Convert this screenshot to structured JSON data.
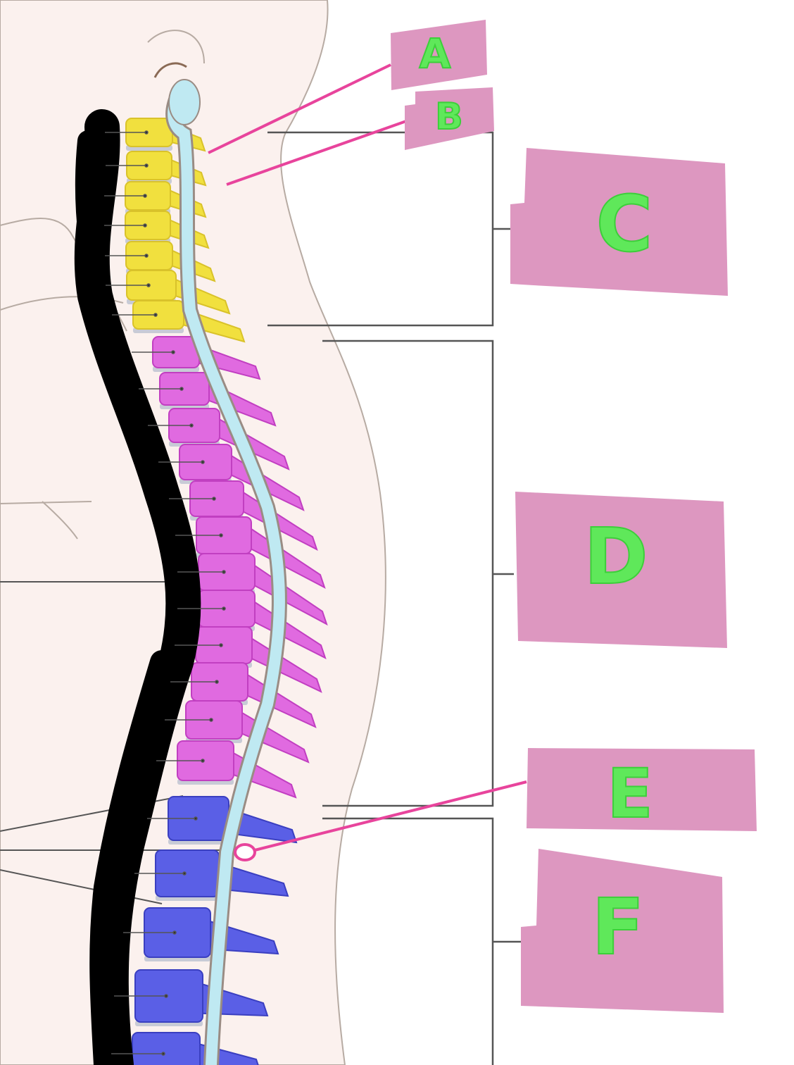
{
  "labels": {
    "a": "A",
    "b": "B",
    "c": "C",
    "d": "D",
    "e": "E",
    "f": "F"
  },
  "colors": {
    "skin": "#fbf1ee",
    "outline": "#b7aba3",
    "cervical": "#f1e03e",
    "thoracic": "#e06ae0",
    "lumbar": "#5a5fe6",
    "spinal_cord": "#bfe9f2",
    "label_box": "#dd97c0",
    "pointer": "#e8449c",
    "label_text": "#5fe85a",
    "bracket": "#555555",
    "redaction": "#000000",
    "disc": "#c8cbd6"
  }
}
